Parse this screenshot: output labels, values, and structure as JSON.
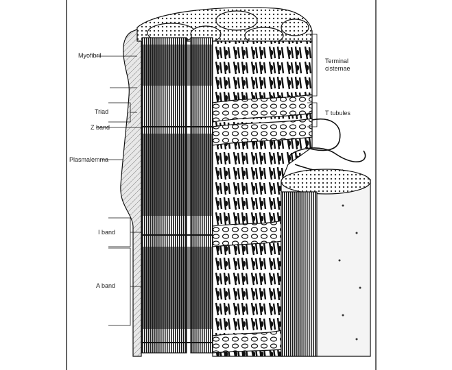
{
  "labels": {
    "myofibril": "Myofibril",
    "triad": "Triad",
    "z_band": "Z band",
    "plasmalemma": "Plasmalemma",
    "i_band": "I band",
    "a_band": "A band",
    "terminal_cisternae": "Terminal cisternae",
    "t_tubules": "T tubules"
  }
}
